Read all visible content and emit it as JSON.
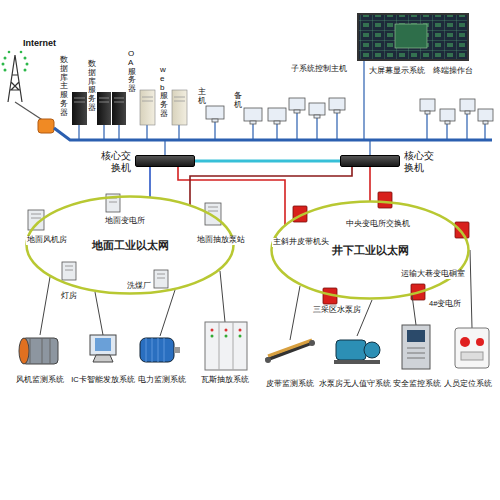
{
  "diagram": {
    "nodes": [
      {
        "text": [
          "核心交换机"
        ]
      },
      {
        "text": [
          "核心交换机"
        ]
      },
      {
        "text": [
          "地面工业以太网"
        ]
      },
      {
        "text": [
          "井下工业以太网"
        ]
      }
    ],
    "edges": [
      {
        "from": 0,
        "to": 1,
        "arrow": "none"
      },
      {
        "from": 0,
        "to": 2,
        "arrow": "none"
      },
      {
        "from": 0,
        "to": 3,
        "arrow": "none"
      },
      {
        "from": 1,
        "to": 3,
        "arrow": "none"
      },
      {
        "from": 1,
        "to": 2,
        "arrow": "none"
      }
    ],
    "labels": [
      "Internet",
      "数据库主服务器",
      "数据库服务器",
      "OA服务器",
      "web服务器",
      "主机",
      "备机",
      "子系统控制主机",
      "大屏幕显示系统",
      "终端操作台",
      "地面风机房",
      "地面变电所",
      "地面抽放泵站",
      "灯房",
      "洗煤厂",
      "主斜井皮带机头",
      "中央变电所交换机",
      "运输大巷变电硐室",
      "三采区水泵房",
      "4#变电所",
      "风机监测系统",
      "IC卡智能发放系统",
      "电力监测系统",
      "瓦斯抽放系统",
      "皮带监测系统",
      "水泵房无人值守系统",
      "安全监控系统",
      "人员定位系统"
    ]
  }
}
